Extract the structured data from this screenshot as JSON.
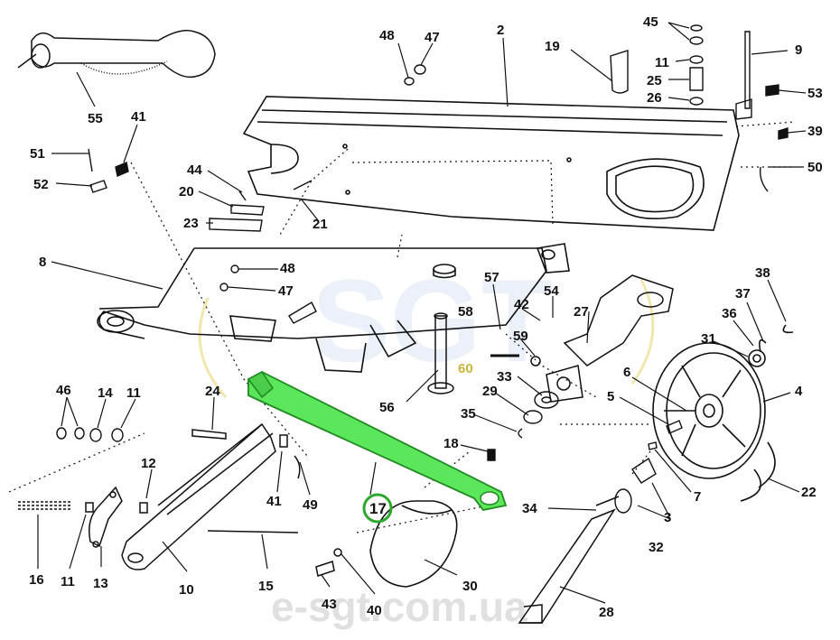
{
  "watermark": {
    "brand": "SGT",
    "site": "e-sgt.com.ua"
  },
  "highlight": {
    "part": "17",
    "color": "#5ce65c",
    "ring_color": "#2ca82c"
  },
  "parts": [
    "48",
    "47",
    "2",
    "19",
    "45",
    "11",
    "25",
    "26",
    "9",
    "53",
    "39",
    "50",
    "55",
    "41",
    "51",
    "52",
    "44",
    "20",
    "23",
    "21",
    "8",
    "48",
    "47",
    "57",
    "58",
    "54",
    "42",
    "27",
    "38",
    "37",
    "36",
    "31",
    "59",
    "60",
    "33",
    "29",
    "35",
    "56",
    "6",
    "4",
    "5",
    "18",
    "7",
    "22",
    "46",
    "14",
    "11",
    "24",
    "12",
    "41",
    "49",
    "17",
    "34",
    "3",
    "32",
    "16",
    "11",
    "13",
    "10",
    "15",
    "43",
    "40",
    "30",
    "28"
  ]
}
